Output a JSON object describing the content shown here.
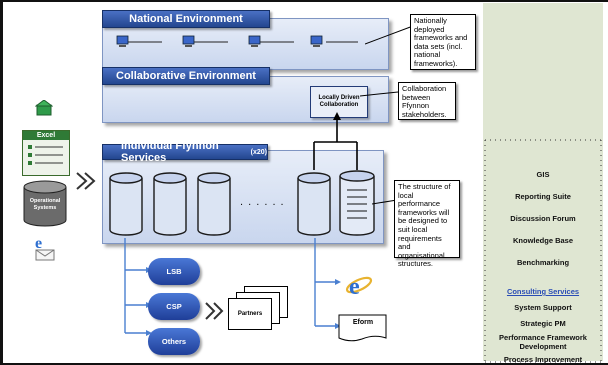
{
  "national": {
    "title": "National Environment",
    "callout": "Nationally deployed frameworks and data sets (incl. national frameworks)."
  },
  "collaborative": {
    "title": "Collaborative Environment",
    "box_label": "Locally Driven Collaboration",
    "callout": "Collaboration between Ffynnon stakeholders."
  },
  "individual": {
    "title": "Individual Ffynnon Services",
    "title_suffix": "(x20)",
    "ellipsis": ". . . . . .",
    "callout": "The structure of local performance frameworks will be designed to suit local requirements and organisational structures."
  },
  "left_icons": {
    "excel_label": "Excel",
    "operational_label": "Operational Systems"
  },
  "service_pills": [
    "LSB",
    "CSP",
    "Others"
  ],
  "partners_label": "Partners",
  "eform_label": "Eform",
  "sidebar": {
    "items": [
      "GIS",
      "Reporting Suite",
      "Discussion Forum",
      "Knowledge Base",
      "Benchmarking",
      "Consulting Services",
      "System Support",
      "Strategic PM",
      "Performance Framework Development",
      "Process Improvement"
    ]
  },
  "colors": {
    "title_blue": "#2a4fa3",
    "panel_fill": "#d6e0f2",
    "sidebar_fill": "#dfe6d2"
  }
}
